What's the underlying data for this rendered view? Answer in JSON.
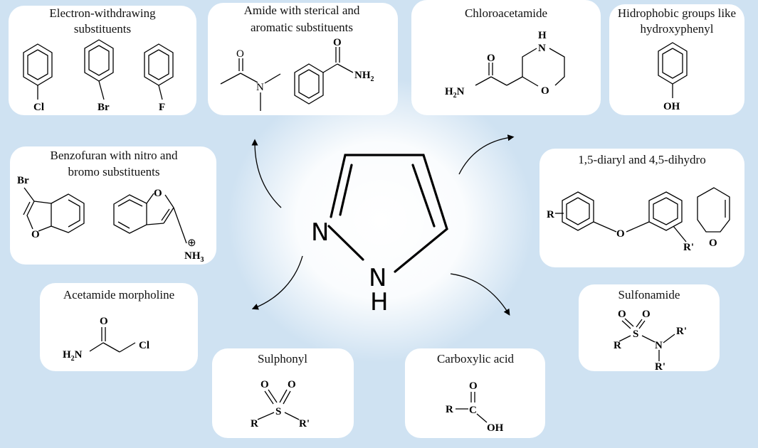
{
  "colors": {
    "background": "#cfe2f2",
    "card": "#ffffff",
    "glow": "#ffffff",
    "ink": "#000000"
  },
  "core": {
    "atom_N": "N",
    "atom_NH_N": "N",
    "atom_NH_H": "H"
  },
  "cards": {
    "electron_withdrawing": {
      "title_line1": "Electron-withdrawing",
      "title_line2": "substituents",
      "labels": [
        "Cl",
        "Br",
        "F"
      ]
    },
    "amide": {
      "title_line1": "Amide with sterical and",
      "title_line2": "aromatic substituents",
      "o1": "O",
      "n1": "N",
      "o2": "O",
      "nh2": "NH",
      "nh2_sub": "2"
    },
    "chloroacetamide": {
      "title": "Chloroacetamide",
      "h": "H",
      "n": "N",
      "o_ring": "O",
      "o_carbonyl": "O",
      "h2n": "H",
      "h2n_sub": "2",
      "h2n_n": "N"
    },
    "hydrophobic": {
      "title_line1": "Hidrophobic groups like",
      "title_line2": "hydroxyphenyl",
      "oh": "OH"
    },
    "benzofuran": {
      "title_line1": "Benzofuran with nitro and",
      "title_line2": "bromo substituents",
      "br": "Br",
      "o1": "O",
      "o2": "O",
      "plus": "⊕",
      "nh3": "NH",
      "nh3_sub": "3"
    },
    "diaryl": {
      "title": "1,5-diaryl and 4,5-dihydro",
      "r": "R",
      "o_bridge": "O",
      "r_prime": "R'",
      "o_ring": "O"
    },
    "acetamide_morpholine": {
      "title": "Acetamide morpholine",
      "o": "O",
      "h2n": "H",
      "h2n_sub": "2",
      "h2n_n": "N",
      "cl": "Cl"
    },
    "sulphonyl": {
      "title": "Sulphonyl",
      "o1": "O",
      "o2": "O",
      "s": "S",
      "r": "R",
      "r_prime": "R'"
    },
    "carboxylic": {
      "title": "Carboxylic acid",
      "o": "O",
      "r": "R",
      "c": "C",
      "oh": "OH"
    },
    "sulfonamide": {
      "title": "Sulfonamide",
      "o1": "O",
      "o2": "O",
      "s": "S",
      "n": "N",
      "r": "R",
      "r_prime1": "R'",
      "r_prime2": "R'"
    }
  }
}
